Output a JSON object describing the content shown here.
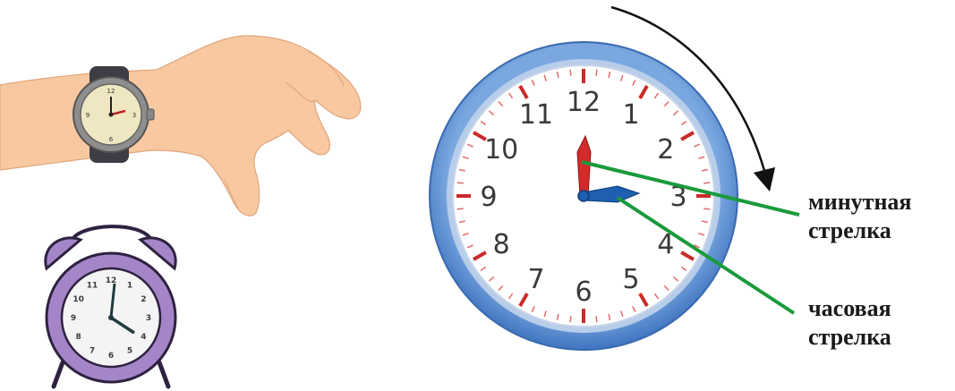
{
  "main_clock": {
    "numerals": [
      "12",
      "1",
      "2",
      "3",
      "4",
      "5",
      "6",
      "7",
      "8",
      "9",
      "10",
      "11"
    ],
    "colors": {
      "rim": "#5b8fd1",
      "face": "#ffffff",
      "minute_hand": "#d32a2a",
      "hour_hand": "#1f5fb0",
      "major_tick": "#cc2a2a",
      "pointer_line": "#1a9a3c"
    },
    "time": {
      "hour": 3,
      "minute": 0
    }
  },
  "labels": {
    "minute_hand_line1": "минутная",
    "minute_hand_line2": "стрелка",
    "hour_hand_line1": "часовая",
    "hour_hand_line2": "стрелка"
  },
  "alarm_clock": {
    "numerals": [
      "12",
      "1",
      "2",
      "3",
      "4",
      "5",
      "6",
      "7",
      "8",
      "9",
      "10",
      "11"
    ],
    "colors": {
      "body": "#a486c8",
      "outline": "#2e2240"
    }
  },
  "wristwatch": {
    "numerals": [
      "12",
      "3",
      "6",
      "9"
    ],
    "colors": {
      "skin": "#f8c9a0",
      "strap": "#3d3d45",
      "case": "#9a9a9a"
    }
  }
}
